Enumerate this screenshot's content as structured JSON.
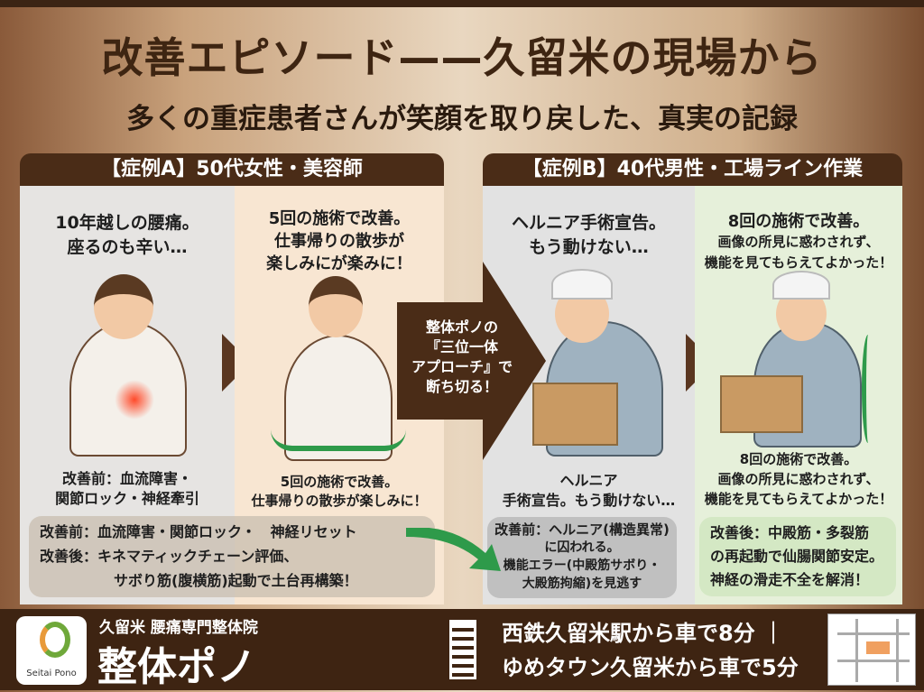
{
  "header": {
    "title": "改善エピソード——久留米の現場から",
    "subtitle": "多くの重症患者さんが笑顔を取り戻した、真実の記録"
  },
  "case_a": {
    "heading": "【症例A】50代女性・美容師",
    "before_top": [
      "10年越しの腰痛。",
      "座るのも辛い…"
    ],
    "after_top": [
      "5回の施術で改善。",
      "仕事帰りの散歩が",
      "楽しみにが楽みに！"
    ],
    "before_bottom": [
      "改善前：血流障害・",
      "関節ロック・神経牽引"
    ],
    "after_bottom": [
      "5回の施術で改善。",
      "仕事帰りの散歩が楽しみに！"
    ],
    "summary": [
      "改善前：血流障害・関節ロック・　神経リセット",
      "改善後：キネマティックチェーン評価、",
      "サボり筋(腹横筋)起動で土台再構築！"
    ]
  },
  "center_arrow": [
    "整体ポノの",
    "『三位一体",
    "アプローチ』で",
    "断ち切る！"
  ],
  "case_b": {
    "heading": "【症例B】40代男性・工場ライン作業",
    "before_top": [
      "ヘルニア手術宣告。",
      "もう動けない…"
    ],
    "after_top": [
      "8回の施術で改善。",
      "画像の所見に惑わされず、",
      "機能を見てもらえてよかった！"
    ],
    "before_bottom": [
      "ヘルニア",
      "手術宣告。もう動けない…"
    ],
    "after_bottom": [
      "8回の施術で改善。",
      "画像の所見に惑わされず、",
      "機能を見てもらえてよかった！"
    ],
    "summary_before": [
      "改善前：ヘルニア(構造異常)",
      "に囚われる。",
      "機能エラー(中殿筋サボり・",
      "大殿筋拘縮)を見逃す"
    ],
    "summary_after": [
      "改善後：中殿筋・多裂筋",
      "の再起動で仙腸関節安定。",
      "神経の滑走不全を解消！"
    ]
  },
  "footer": {
    "logo_text": "Seitai Pono",
    "tagline": "久留米 腰痛専門整体院",
    "name": "整体ポノ",
    "access": [
      "西鉄久留米駅から車で8分 ｜",
      "ゆめタウン久留米から車で5分"
    ]
  },
  "colors": {
    "brown": "#3e2412",
    "green": "#2e9a4a"
  }
}
